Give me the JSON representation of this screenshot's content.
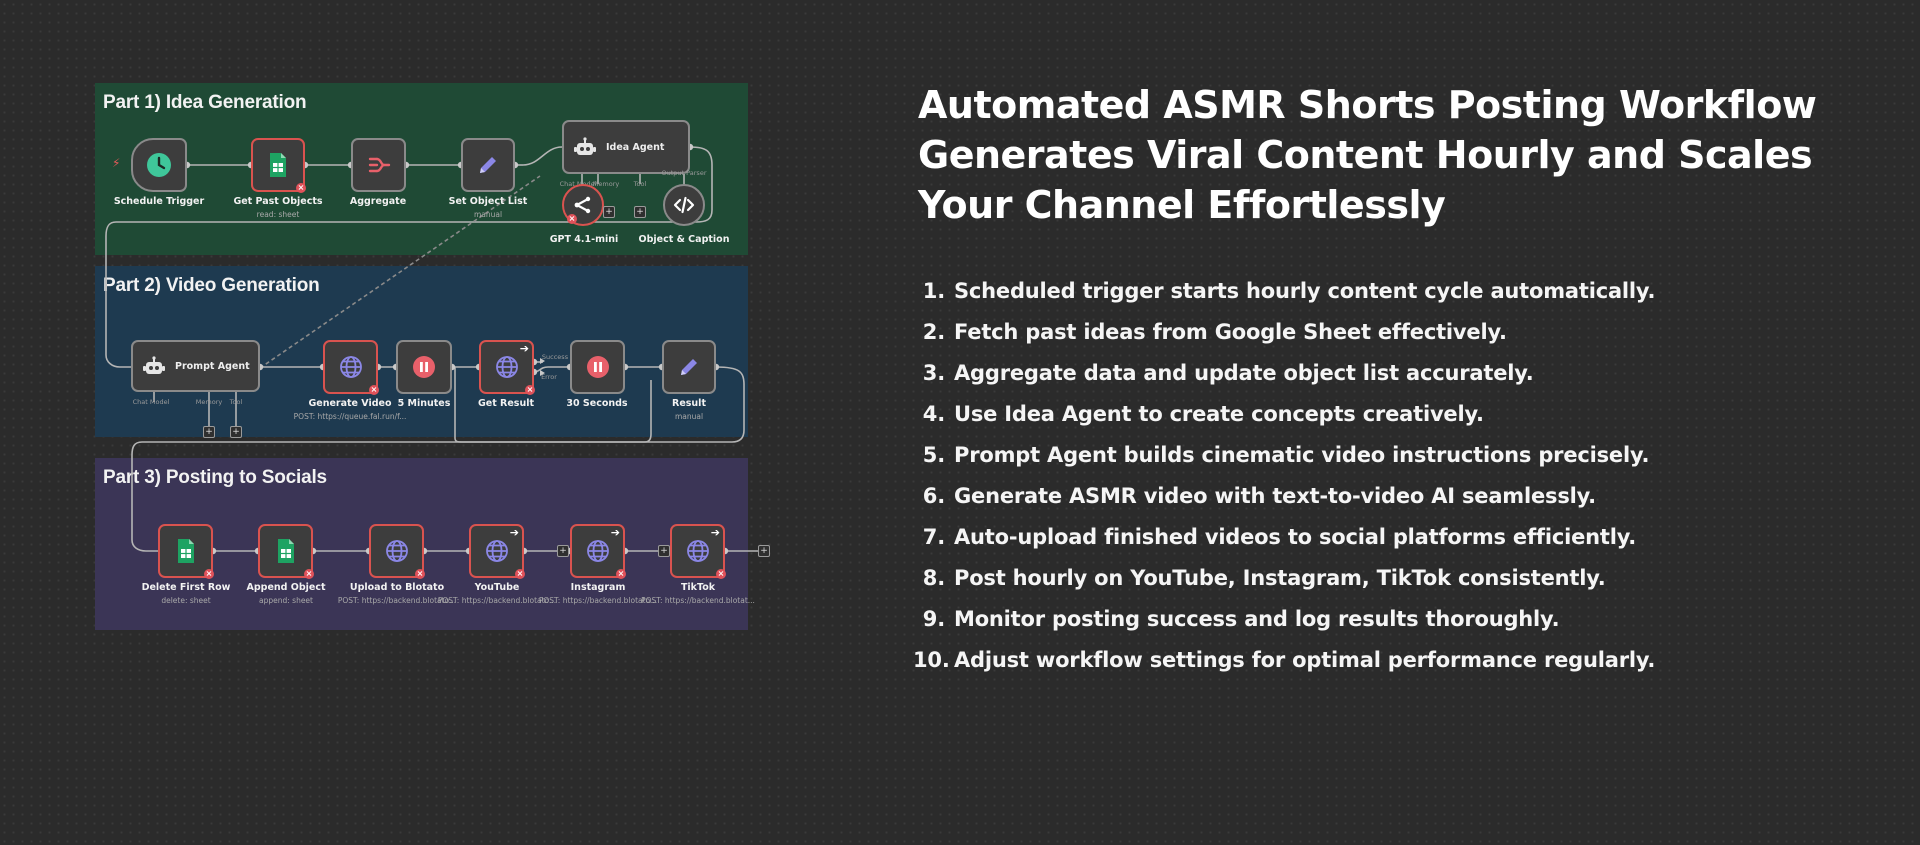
{
  "sections": [
    {
      "title": "Part 1) Idea Generation",
      "color": "#1f4a35"
    },
    {
      "title": "Part 2) Video Generation",
      "color": "#1e3a50"
    },
    {
      "title": "Part 3) Posting to Socials",
      "color": "#3b3556"
    }
  ],
  "nodes": {
    "schedule_trigger": {
      "label": "Schedule Trigger"
    },
    "get_past_objects": {
      "label": "Get Past Objects",
      "sub": "read: sheet"
    },
    "aggregate": {
      "label": "Aggregate"
    },
    "set_object_list": {
      "label": "Set Object List",
      "sub": "manual"
    },
    "idea_agent": {
      "label": "Idea Agent",
      "ports": [
        "Chat Model",
        "Memory",
        "Tool",
        "Output Parser"
      ]
    },
    "gpt": {
      "label": "GPT 4.1-mini"
    },
    "object_caption": {
      "label": "Object & Caption"
    },
    "prompt_agent": {
      "label": "Prompt Agent",
      "ports": [
        "Chat Model",
        "Memory",
        "Tool"
      ]
    },
    "generate_video": {
      "label": "Generate Video",
      "sub": "POST: https://queue.fal.run/f..."
    },
    "five_minutes": {
      "label": "5 Minutes"
    },
    "get_result": {
      "label": "Get Result",
      "branches": [
        "Success",
        "Error"
      ]
    },
    "thirty_seconds": {
      "label": "30 Seconds"
    },
    "result": {
      "label": "Result",
      "sub": "manual"
    },
    "delete_first_row": {
      "label": "Delete First Row",
      "sub": "delete: sheet"
    },
    "append_object": {
      "label": "Append Object",
      "sub": "append: sheet"
    },
    "upload_blotato": {
      "label": "Upload to Blotato",
      "sub": "POST: https://backend.blotato..."
    },
    "youtube": {
      "label": "YouTube",
      "sub": "POST: https://backend.blotato..."
    },
    "instagram": {
      "label": "Instagram",
      "sub": "POST: https://backend.blotato..."
    },
    "tiktok": {
      "label": "TikTok",
      "sub": "POST: https://backend.blotat..."
    }
  },
  "headline": "Automated ASMR Shorts Posting Workflow Generates Viral Content Hourly and Scales Your Channel Effortlessly",
  "steps": [
    {
      "num": "1.",
      "text": "Scheduled trigger starts hourly content cycle automatically."
    },
    {
      "num": "2.",
      "text": "Fetch past ideas from Google Sheet effectively."
    },
    {
      "num": "3.",
      "text": "Aggregate data and update object list accurately."
    },
    {
      "num": "4.",
      "text": "Use Idea Agent to create concepts creatively."
    },
    {
      "num": "5.",
      "text": "Prompt Agent builds cinematic video instructions precisely."
    },
    {
      "num": "6.",
      "text": "Generate ASMR video with text-to-video AI seamlessly."
    },
    {
      "num": "7.",
      "text": "Auto-upload finished videos to social platforms efficiently."
    },
    {
      "num": "8.",
      "text": "Post hourly on YouTube, Instagram, TikTok consistently."
    },
    {
      "num": "9.",
      "text": "Monitor posting success and log results thoroughly."
    },
    {
      "num": "10.",
      "text": "Adjust workflow settings for optimal performance regularly."
    }
  ],
  "colors": {
    "edge": "#b5b5b5",
    "error": "#e0525a",
    "sheets": "#1ea362",
    "http": "#8b87e6",
    "wait": "#e8606a",
    "trigger": "#3fc79a"
  }
}
